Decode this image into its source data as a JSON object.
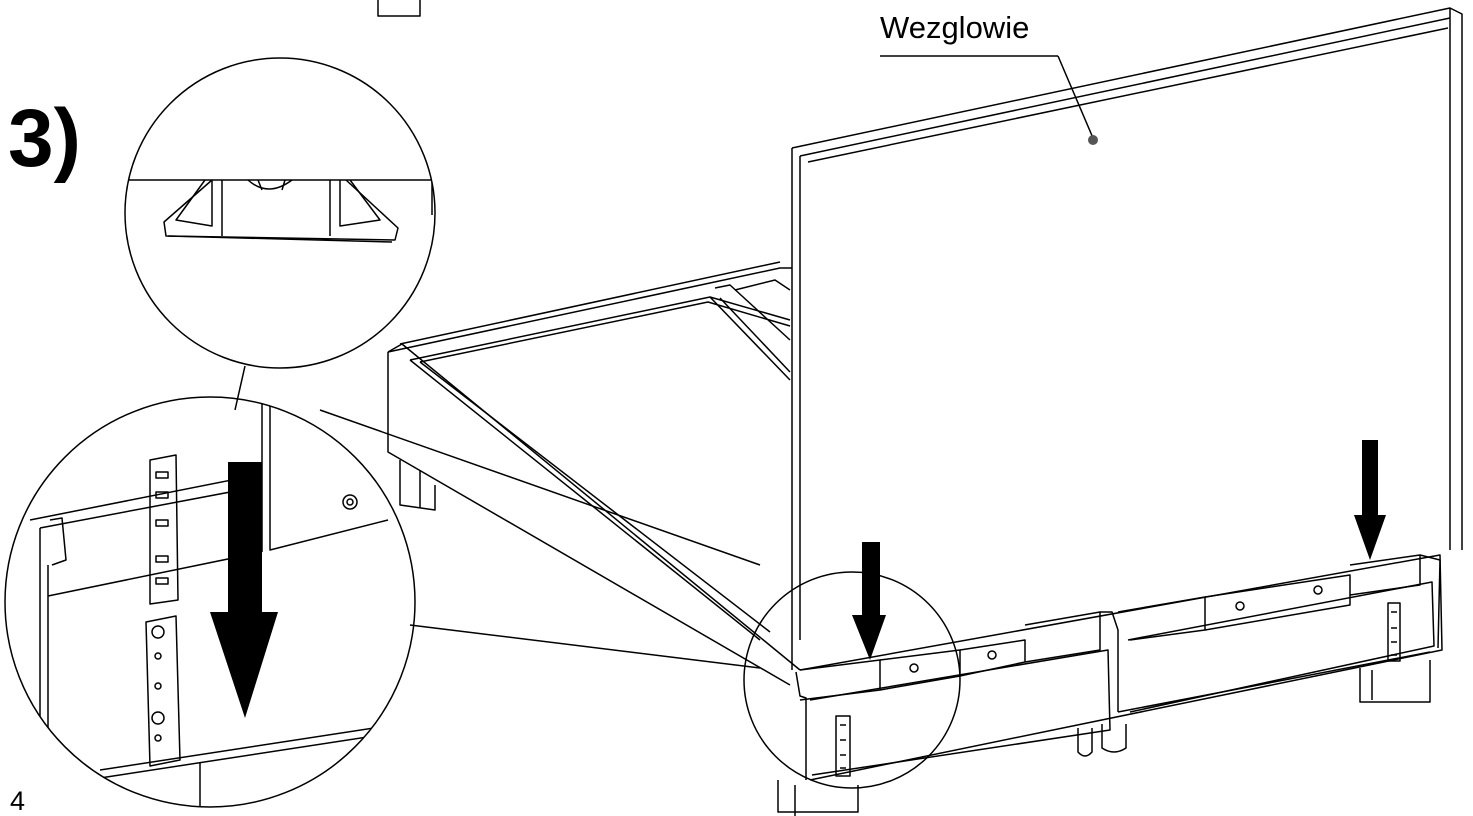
{
  "step": {
    "label": "3)"
  },
  "headboard": {
    "label": "Wezglowie"
  },
  "page": {
    "number": "4"
  },
  "colors": {
    "line": "#000000",
    "background": "#ffffff",
    "callout_dot": "#555555"
  }
}
